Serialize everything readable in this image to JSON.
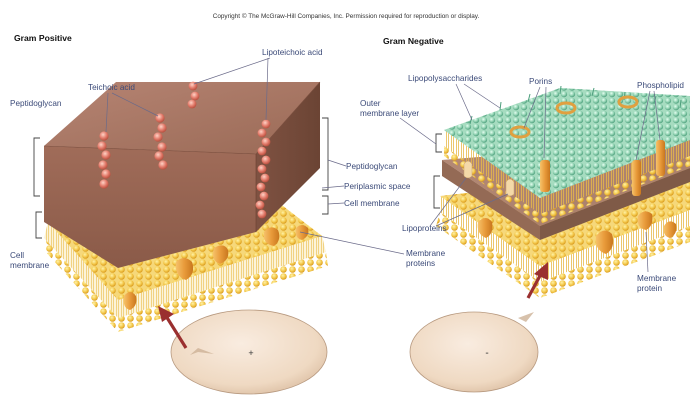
{
  "copyright": "Copyright © The McGraw-Hill Companies, Inc. Permission required for reproduction or display.",
  "gram_positive": {
    "heading": "Gram Positive",
    "labels": {
      "teichoic_acid": "Teichoic acid",
      "lipoteichoic_acid": "Lipoteichoic acid",
      "peptidoglycan_left": "Peptidoglycan",
      "peptidoglycan_right": "Peptidoglycan",
      "periplasmic_space": "Periplasmic space",
      "cell_membrane_right": "Cell membrane",
      "cell_membrane_left_1": "Cell",
      "cell_membrane_left_2": "membrane",
      "membrane_proteins_1": "Membrane",
      "membrane_proteins_2": "proteins"
    },
    "cell_sign": "+"
  },
  "gram_negative": {
    "heading": "Gram Negative",
    "labels": {
      "lipopolysaccharides": "Lipopolysaccharides",
      "porins": "Porins",
      "phospholipid": "Phospholipid",
      "outer_membrane_1": "Outer",
      "outer_membrane_2": "membrane layer",
      "lipoproteins": "Lipoproteins",
      "membrane_protein_1": "Membrane",
      "membrane_protein_2": "protein"
    },
    "cell_sign": "-"
  },
  "colors": {
    "peptidoglycan": "#a0705a",
    "lipid_heads": "#f3c84b",
    "outer_membrane": "#8fd0b0",
    "proteins": "#e89a3a",
    "teichoic_beads": "#e27a6a",
    "cell": "#efd9c2"
  }
}
